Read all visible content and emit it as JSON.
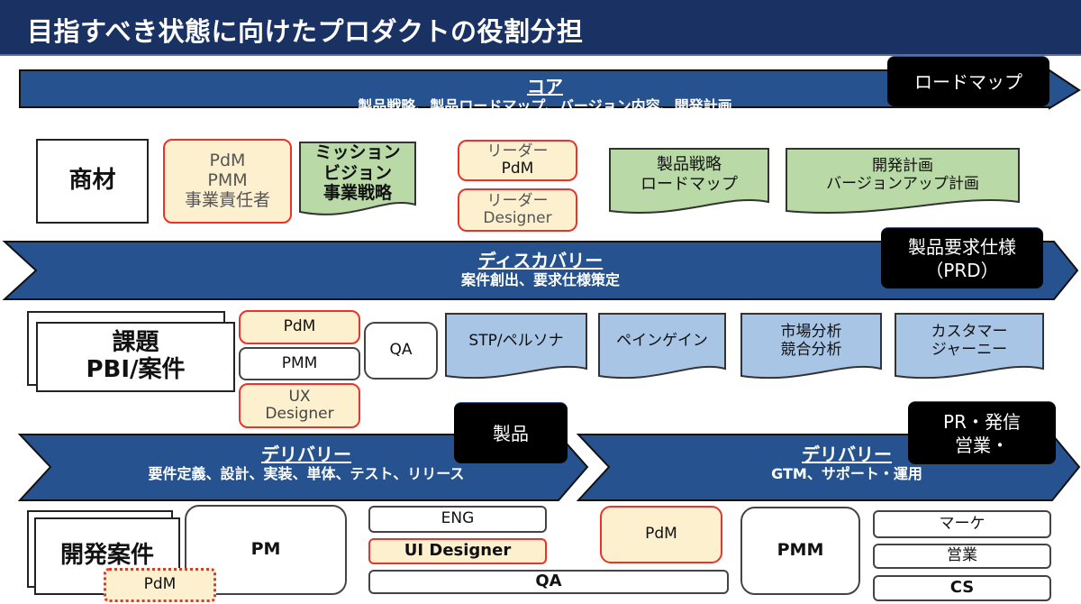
{
  "header": {
    "title": "目指すべき状態に向けたプロダクトの役割分担"
  },
  "colors": {
    "header_bg": "#1a3263",
    "band_fill": "#26528f",
    "role_fill": "#fdf0cf",
    "role_border": "#e8342a",
    "doc_green": "#b9d9a6",
    "doc_blue": "#a9c5e6"
  },
  "core": {
    "title": "コア",
    "subtitle": "製品戦略、製品ロードマップ、バージョン内容、開発計画",
    "tag": "ロードマップ",
    "artifact": "商材",
    "roles_main": [
      "PdM",
      "PMM",
      "事業責任者"
    ],
    "doc_mission": [
      "ミッション",
      "ビジョン",
      "事業戦略"
    ],
    "leader_pdm": [
      "リーダー",
      "PdM"
    ],
    "leader_designer": [
      "リーダー",
      "Designer"
    ],
    "doc_strategy": [
      "製品戦略",
      "ロードマップ"
    ],
    "doc_plan": [
      "開発計画",
      "バージョンアップ計画"
    ]
  },
  "discovery": {
    "title": "ディスカバリー",
    "subtitle": "案件創出、要求仕様策定",
    "tag": [
      "製品要求仕様",
      "（PRD）"
    ],
    "artifact": [
      "課題",
      "PBI/案件"
    ],
    "roles": {
      "pdm": "PdM",
      "pmm": "PMM",
      "ux": [
        "UX",
        "Designer"
      ],
      "qa": "QA"
    },
    "docs": [
      [
        "STP/ペルソナ"
      ],
      [
        "ペインゲイン"
      ],
      [
        "市場分析",
        "競合分析"
      ],
      [
        "カスタマー",
        "ジャーニー"
      ]
    ]
  },
  "delivery_product": {
    "title": "デリバリー",
    "subtitle": "要件定義、設計、実装、単体、テスト、リリース",
    "tag": "製品",
    "artifact": "開発案件",
    "pdm": "PdM",
    "pm": "PM",
    "eng": "ENG",
    "ui_designer": "UI Designer",
    "qa": "QA"
  },
  "delivery_gtm": {
    "title": "デリバリー",
    "subtitle": "GTM、サポート・運用",
    "tag": [
      "PR・発信",
      "営業・"
    ],
    "pdm": "PdM",
    "pmm": "PMM",
    "marketing": "マーケ",
    "sales": "営業",
    "cs": "CS"
  }
}
